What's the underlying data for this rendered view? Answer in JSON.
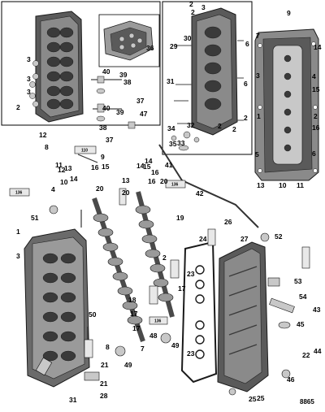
{
  "figure_number": "8865",
  "colors": {
    "ink": "#1a1a1a",
    "part_dark": "#4a4a4a",
    "part_mid": "#8a8a8a",
    "part_light": "#c8c8c8",
    "paper": "#ffffff"
  },
  "sealant_tubes": [
    "110",
    "136",
    "136",
    "136",
    "136",
    "136",
    "136",
    "136",
    "136",
    "136"
  ],
  "callouts": [
    "3",
    "3",
    "3",
    "2",
    "36",
    "40",
    "39",
    "38",
    "37",
    "40",
    "39",
    "38",
    "47",
    "37",
    "2",
    "2",
    "3",
    "30",
    "29",
    "6",
    "31",
    "6",
    "2",
    "34",
    "32",
    "33",
    "35",
    "2",
    "2",
    "9",
    "7",
    "14",
    "3",
    "4",
    "15",
    "1",
    "2",
    "16",
    "5",
    "6",
    "13",
    "10",
    "11",
    "12",
    "8",
    "11",
    "12",
    "13",
    "14",
    "10",
    "16",
    "15",
    "9",
    "15",
    "16",
    "16",
    "14",
    "41",
    "20",
    "14",
    "20",
    "13",
    "4",
    "20",
    "42",
    "51",
    "3",
    "19",
    "1",
    "2",
    "26",
    "24",
    "27",
    "52",
    "23",
    "23",
    "17",
    "18",
    "17",
    "53",
    "54",
    "43",
    "45",
    "22",
    "25",
    "44",
    "50",
    "17",
    "48",
    "49",
    "7",
    "8",
    "49",
    "21",
    "28",
    "21",
    "31",
    "25",
    "46"
  ]
}
